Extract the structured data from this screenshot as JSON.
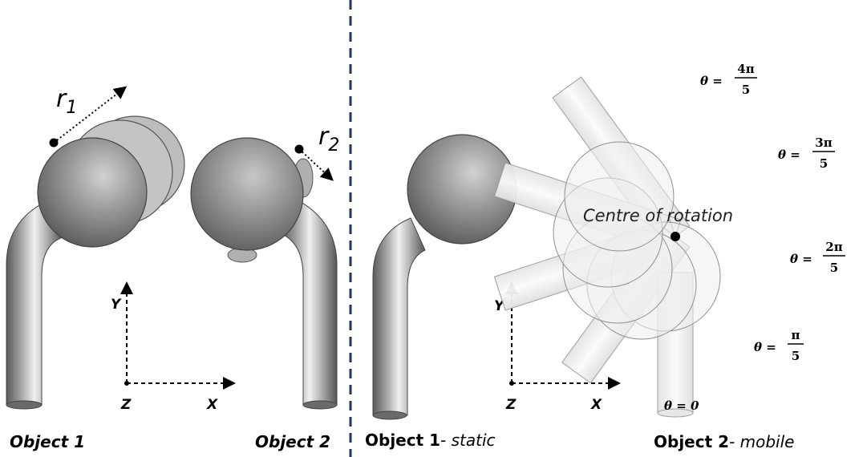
{
  "captions": {
    "object1": "Object 1",
    "object2": "Object 2",
    "static_name": "Object 1",
    "static_suffix": "- static",
    "mobile_name": "Object 2",
    "mobile_suffix": "- mobile"
  },
  "radii": {
    "r1_letter": "r",
    "r1_sub": "1",
    "r2_letter": "r",
    "r2_sub": "2"
  },
  "axes": {
    "y": "Y",
    "x": "X",
    "z": "Z"
  },
  "rotation": {
    "centre_label": "Centre of rotation",
    "theta_prefix": "θ =",
    "angles": [
      {
        "value": "0"
      },
      {
        "num": "π",
        "den": "5"
      },
      {
        "num": "2π",
        "den": "5"
      },
      {
        "num": "3π",
        "den": "5"
      },
      {
        "num": "4π",
        "den": "5"
      }
    ]
  },
  "colors": {
    "divider": "#1f3a5f",
    "tube_dark": "#4a4a4a",
    "tube_light": "#f2f2f2",
    "sphere_mid": "#8c8c8c",
    "ghost": "#e8e8e8"
  }
}
